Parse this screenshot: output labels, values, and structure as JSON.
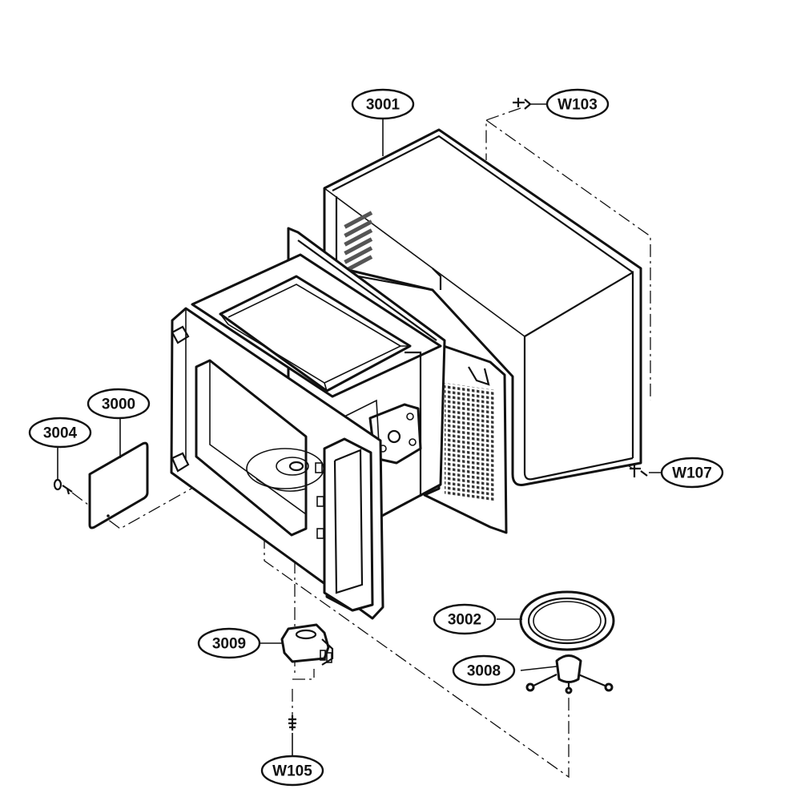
{
  "diagram": {
    "callouts": [
      {
        "id": "c-3001",
        "label": "3001"
      },
      {
        "id": "c-W103",
        "label": "W103"
      },
      {
        "id": "c-3000",
        "label": "3000"
      },
      {
        "id": "c-3004",
        "label": "3004"
      },
      {
        "id": "c-W107",
        "label": "W107"
      },
      {
        "id": "c-3002",
        "label": "3002"
      },
      {
        "id": "c-3009",
        "label": "3009"
      },
      {
        "id": "c-3008",
        "label": "3008"
      },
      {
        "id": "c-W105",
        "label": "W105"
      }
    ]
  }
}
